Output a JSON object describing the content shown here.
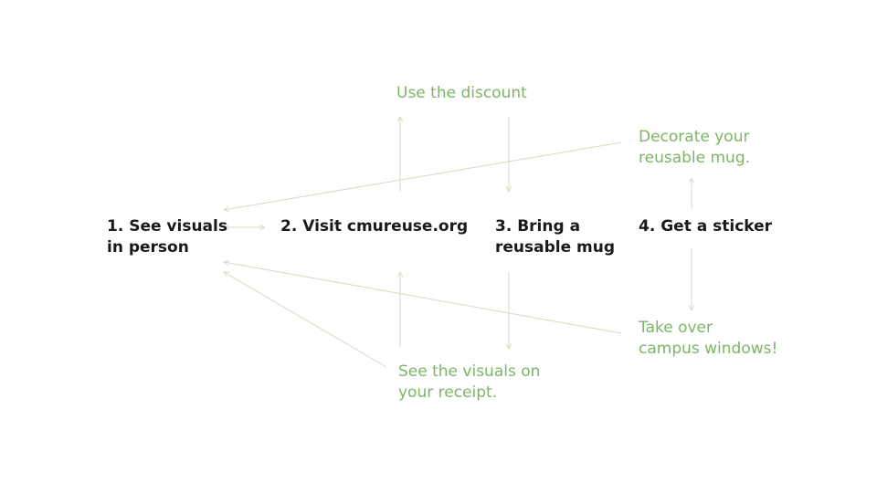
{
  "colors": {
    "step_text": "#1a1a1a",
    "note_text": "#7db567",
    "arrow": "#cfdfc4"
  },
  "steps": {
    "see_visuals": "1. See visuals\nin person",
    "visit": "2. Visit cmureuse.org",
    "bring_mug": "3. Bring a\nreusable mug",
    "sticker": "4. Get a sticker"
  },
  "notes": {
    "discount": "Use the discount",
    "decorate": "Decorate your\nreusable mug.",
    "take_over": "Take over\ncampus windows!",
    "receipt": "See the visuals on\nyour receipt."
  }
}
